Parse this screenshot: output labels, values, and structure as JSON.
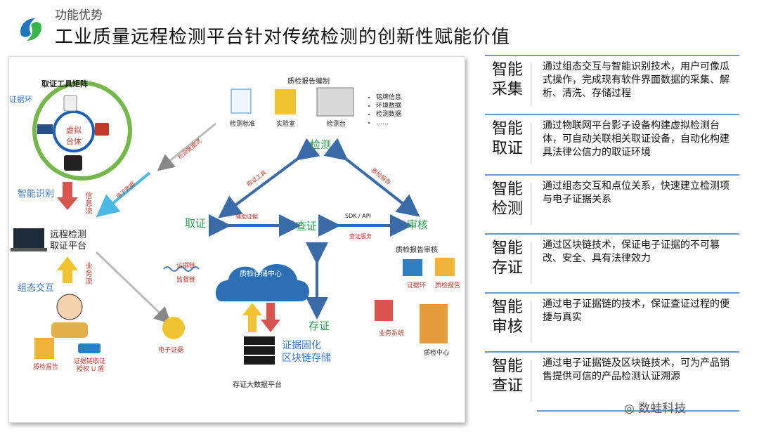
{
  "header": {
    "section_label": "功能优势",
    "title": "工业质量远程检测平台针对传统检测的创新性赋能价值"
  },
  "diagram": {
    "tool_matrix": "取证工具矩阵",
    "evidence_ring": "证据环",
    "virtual_bench": "虚拟台体",
    "smart_recognition": "智能识别",
    "info_flow": "信息流",
    "platform_line1": "远程检测",
    "platform_line2": "取证平台",
    "biz_flow": "业务流",
    "config_interaction": "组态交互",
    "qc_report_left": "质检报告",
    "usb_label_line1": "证据链取证",
    "usb_label_line2": "授权 U 盾",
    "electronic_data": "电子数据",
    "detection_data_flow": "检测数据流",
    "evidence_chain": "证据链",
    "monitor_chain": "监督链",
    "e_evidence": "电子证据",
    "report_compile": "质检报告编制",
    "detect_standard": "检测标准",
    "lab": "实验室",
    "detect_bench": "检测台",
    "info_list": [
      "铭牌信息",
      "环境数据",
      "检测数据",
      "……"
    ],
    "node_detect": "检测",
    "node_evidence": "取证",
    "node_verify": "查证",
    "node_audit": "审核",
    "node_store": "存证",
    "evidence_tool": "取证工具",
    "qc_report_tag": "质检报告",
    "aux_evidence": "辅助证据",
    "sdk_api": "SDK / API",
    "verify_service": "查证服务",
    "storage_center": "质检存储中心",
    "solidify_line1": "证据固化",
    "solidify_line2": "区块链存储",
    "big_data_platform": "存证大数据平台",
    "report_audit": "质检报告审核",
    "evidence_ring_r": "证据环",
    "qc_report_r": "质检报告",
    "biz_system": "业务系统",
    "qc_center": "质检中心"
  },
  "features": [
    {
      "title": "智能采集",
      "desc": "通过组态交互与智能识别技术，用户可像瓜式操作，完成现有软件界面数据的采集、解析、清洗、存储过程"
    },
    {
      "title": "智能取证",
      "desc": "通过物联网平台影子设备构建虚拟检测台体，可自动关联相关取证设备，自动化构建具法律公信力的取证环境"
    },
    {
      "title": "智能检测",
      "desc": "通过组态交互和点位关系，快速建立检测项与电子证据关系"
    },
    {
      "title": "智能存证",
      "desc": "通过区块链技术，保证电子证据的不可篡改、安全、具有法律效力"
    },
    {
      "title": "智能审核",
      "desc": "通过电子证据链的技术，保证查证过程的便捷与真实"
    },
    {
      "title": "智能查证",
      "desc": "通过电子证据链及区块链技术，可为产品销售提供可信的产品检测认证溯源"
    }
  ],
  "watermark": "数蛙科技",
  "colors": {
    "accent_blue": "#3f78c1",
    "green": "#2e9b4f",
    "red": "#c0392b",
    "ring": "#74b84c",
    "rule": "#6a9ad1"
  }
}
